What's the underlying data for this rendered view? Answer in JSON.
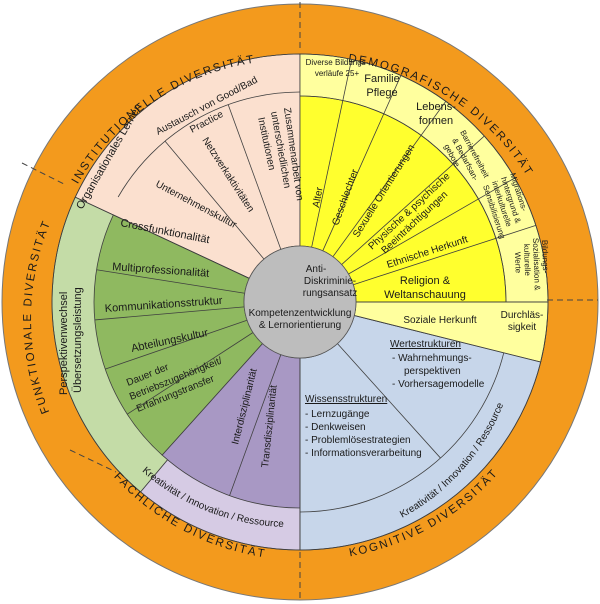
{
  "colors": {
    "outer_ring": "#f39a1d",
    "institutional": "#fbe0cf",
    "functional_outer": "#c4dca7",
    "functional_inner": "#8fb960",
    "demographic": "#ffff2e",
    "demographic_light": "#ffff9e",
    "cognitive": "#c7d6ea",
    "technical_outer": "#d6cbe4",
    "technical_inner": "#a898c4",
    "center": "#bdbdbd"
  },
  "outer_ring": {
    "institutional": "INSTITUTIONELLE DIVERSITÄT",
    "demographic": "DEMOGRAFISCHE DIVERSITÄT",
    "functional": "FUNKTIONALE DIVERSITÄT",
    "technical": "FACHLICHE DIVERSITÄT",
    "cognitive": "KOGNITIVE DIVERSITÄT"
  },
  "center": {
    "line1": "Kompetenzentwicklung",
    "line2": "& Lernorientierung"
  },
  "institutional": {
    "outer": "Organisationales Lernen",
    "good_bad_1": "Austausch von Good/Bad",
    "good_bad_2": "Practice",
    "netzwerk": "Netzwerkaktivitäten",
    "unternehmen": "Unternehmenskultur",
    "zusammen_1": "Zusammenarbeit von",
    "zusammen_2": "unterschiedlichen",
    "zusammen_3": "Institutionen"
  },
  "functional": {
    "outer_1": "Perspektivenwechsel",
    "outer_2": "Übersetzungsleistung",
    "items": [
      "Crossfunktionalität",
      "Multiprofessionalität",
      "Kommunikationsstruktur",
      "Abteilungskultur"
    ],
    "dauer_1": "Dauer der",
    "dauer_2": "Betriebszugehörigkeit/",
    "dauer_3": "Erfahrungstransfer"
  },
  "demographic": {
    "bildung_1": "Diverse Bildungs-",
    "bildung_2": "verläufe 25+",
    "familie_1": "Familie",
    "familie_2": "Pflege",
    "lebens_1": "Lebens-",
    "lebens_2": "formen",
    "alter": "Alter",
    "geschlecht": "Geschlechter",
    "sexuell": "Sexuelle Orientierungen",
    "physisch_1": "Physische & psychische",
    "physisch_2": "Beeinträchtigungen",
    "barriere_1": "Barrierefreiheit",
    "barriere_2": "& Bedarfsan-",
    "barriere_3": "gebote",
    "migration_1": "Migrations-",
    "migration_2": "hintergrund &",
    "migration_3": "interkulturelle",
    "migration_4": "Sensibilisierung",
    "ethnisch": "Ethnische Herkunft",
    "bildungs_1": "Bildungs-",
    "bildungs_2": "Sozialisation &",
    "bildungs_3": "kulturelle",
    "bildungs_4": "Werte",
    "anti_1": "Anti-",
    "anti_2": "Diskriminie-",
    "anti_3": "rungsansatz",
    "religion_1": "Religion &",
    "religion_2": "Weltanschauung",
    "sozial": "Soziale Herkunft",
    "durch_1": "Durchläs-",
    "durch_2": "sigkeit"
  },
  "cognitive": {
    "werte_title": "Wertestrukturen",
    "werte_1": "- Wahrnehmungs-",
    "werte_2": "perspektiven",
    "werte_3": "- Vorhersagemodelle",
    "wissen_title": "Wissensstrukturen",
    "wissen_items": [
      "- Lernzugänge",
      "- Denkweisen",
      "- Problemlösestrategien",
      "- Informationsverarbeitung"
    ],
    "outer": "Kreativität / Innovation / Ressource"
  },
  "technical": {
    "inter": "Interdisziplinarität",
    "trans": "Transdisziplinarität",
    "outer": "Kreativität / Innovation / Ressource"
  }
}
